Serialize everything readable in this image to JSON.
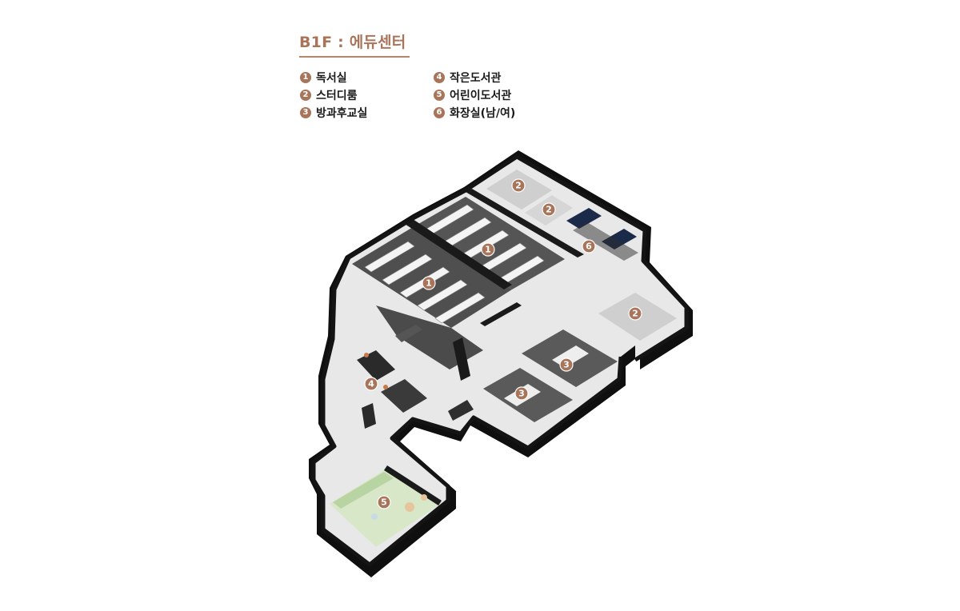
{
  "title": "B1F : 에듀센터",
  "legend": {
    "col1": [
      {
        "num": "1",
        "label": "독서실"
      },
      {
        "num": "2",
        "label": "스터디룸"
      },
      {
        "num": "3",
        "label": "방과후교실"
      }
    ],
    "col2": [
      {
        "num": "4",
        "label": "작은도서관"
      },
      {
        "num": "5",
        "label": "어린이도서관"
      },
      {
        "num": "6",
        "label": "화장실(남/여)"
      }
    ]
  },
  "map_markers": [
    "2",
    "2",
    "6",
    "1",
    "1",
    "2",
    "3",
    "3",
    "4",
    "5"
  ],
  "colors": {
    "accent": "#a8745a",
    "wall": "#141414",
    "floor": "#e6e6e6",
    "dark_floor": "#4a4a4a",
    "kids_floor": "#d8e6c8",
    "toilet": "#1c2a4a"
  }
}
